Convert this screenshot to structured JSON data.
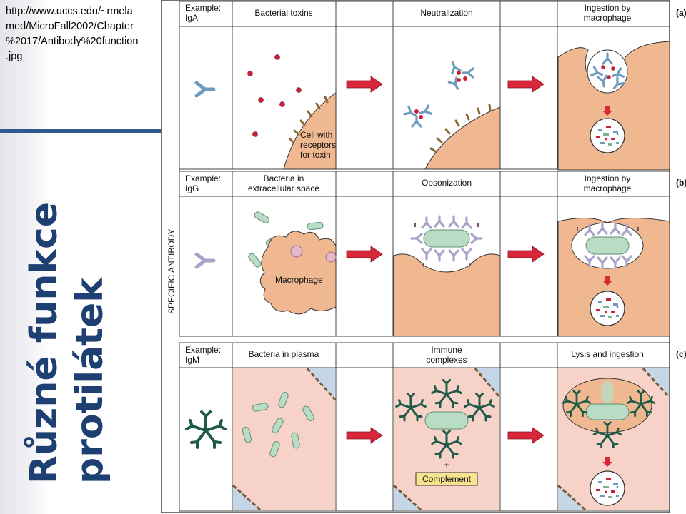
{
  "slide": {
    "url_lines": [
      "http://www.uccs.edu/~rmela",
      "med/MicroFall2002/Chapter",
      "%2017/Antibody%20function",
      ".jpg"
    ],
    "title_lines": [
      "Různé funkce",
      "protilátek"
    ]
  },
  "figure": {
    "side_label": "SPECIFIC ANTIBODY",
    "rows": [
      {
        "tag": "(a)",
        "example": [
          "Example:",
          "IgA"
        ],
        "col1": [
          "Bacterial toxins"
        ],
        "col2": [
          "Neutralization"
        ],
        "col3": [
          "Ingestion by",
          "macrophage"
        ],
        "cell_label": [
          "Cell with",
          "receptors",
          "for toxin"
        ]
      },
      {
        "tag": "(b)",
        "example": [
          "Example:",
          "IgG"
        ],
        "col1": [
          "Bacteria in",
          "extracellular space"
        ],
        "col2": [
          "Opsonization"
        ],
        "col3": [
          "Ingestion by",
          "macrophage"
        ],
        "cell_label": [
          "Macrophage"
        ]
      },
      {
        "tag": "(c)",
        "example": [
          "Example:",
          "IgM"
        ],
        "col1": [
          "Bacteria in plasma"
        ],
        "col2": [
          "Immune",
          "complexes"
        ],
        "col3": [
          "Lysis and ingestion"
        ],
        "plus": "+",
        "complement": "Complement"
      }
    ],
    "colors": {
      "cell": "#f0b890",
      "plasma": "#f7d2c8",
      "vessel": "#c5d6e6",
      "iga": "#6e9cc0",
      "igg": "#a7a3c9",
      "igm": "#1e5a48",
      "bacteria": "#b9dcc4",
      "toxin": "#cc1f3a",
      "arrow": "#d8263a",
      "complement_box": "#f6e28f"
    }
  }
}
